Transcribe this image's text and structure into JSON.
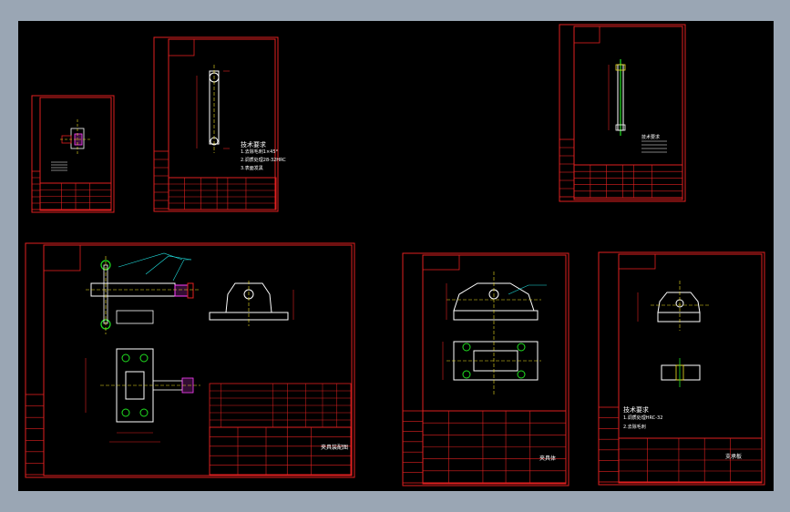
{
  "colors": {
    "background": "#000000",
    "frame": "#e02020",
    "part": "#ffffff",
    "center": "#f0e020",
    "dim": "#20e0e0",
    "hatch": "#ff40ff",
    "green": "#20e020"
  },
  "sheets": [
    {
      "id": "sheet-small-part",
      "title": "",
      "notes": []
    },
    {
      "id": "sheet-pin",
      "title": "",
      "notes": [
        "技术要求",
        "1.去除毛刺1×45°",
        "2.调质处理28-32HRC",
        "3.表面发黑"
      ]
    },
    {
      "id": "sheet-shaft",
      "title": "",
      "notes": [
        "技术要求"
      ]
    },
    {
      "id": "sheet-assembly",
      "title": "夹具装配图",
      "notes": []
    },
    {
      "id": "sheet-body",
      "title": "夹具体",
      "notes": []
    },
    {
      "id": "sheet-bracket",
      "title": "支承板",
      "notes": [
        "技术要求",
        "1.调质处理HRC-32",
        "2.去除毛刺"
      ]
    }
  ]
}
